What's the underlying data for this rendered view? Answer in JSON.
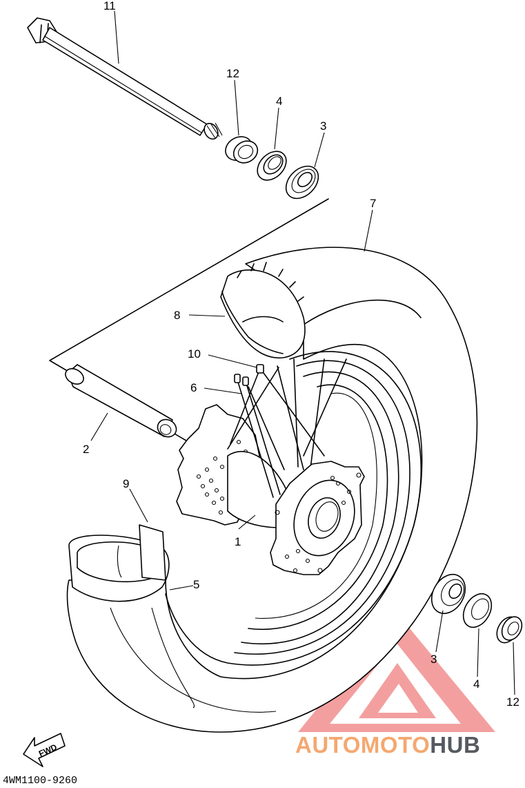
{
  "diagram": {
    "part_code": "4WM1100-9260",
    "fwd_label": "FWD",
    "callouts": [
      "11",
      "12",
      "4",
      "3",
      "7",
      "8",
      "10",
      "6",
      "2",
      "9",
      "1",
      "5",
      "3",
      "4",
      "12"
    ]
  },
  "watermark": {
    "text_part1": "AUTOMOTO",
    "text_part2": "HUB",
    "color_primary": "#f4a870",
    "color_secondary": "#555a60",
    "logo_color": "#f08080"
  }
}
